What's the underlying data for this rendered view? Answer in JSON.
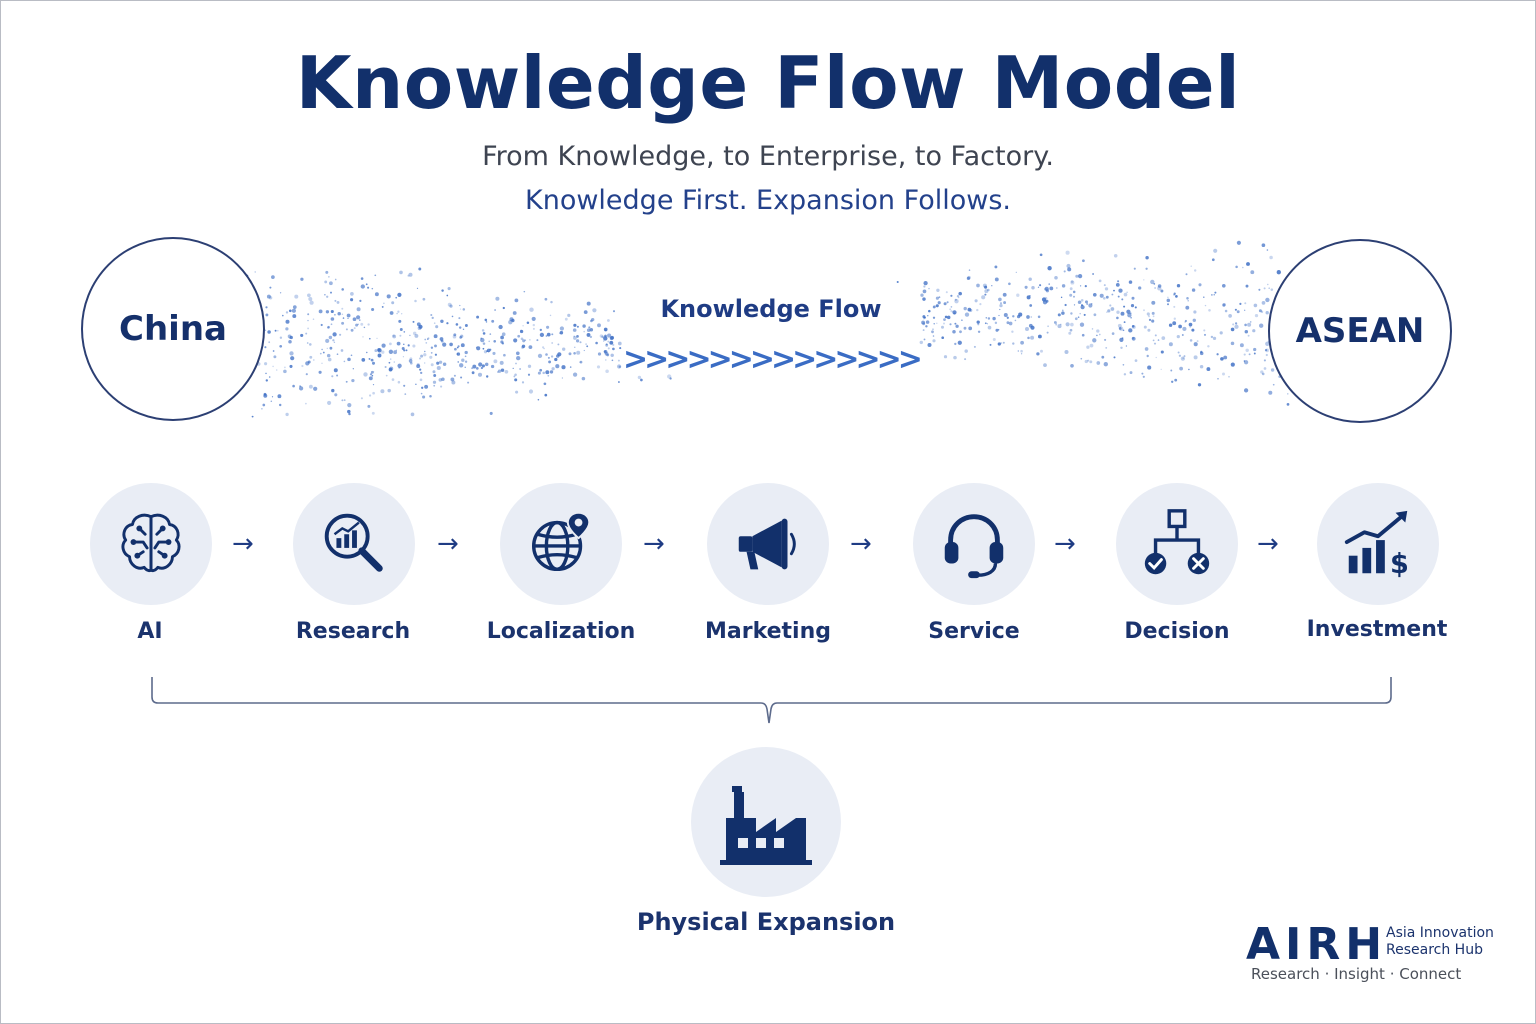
{
  "header": {
    "title": "Knowledge Flow Model",
    "subtitle": "From Knowledge, to Enterprise, to Factory.",
    "tagline": "Knowledge First. Expansion Follows."
  },
  "flow": {
    "source": "China",
    "target": "ASEAN",
    "label": "Knowledge Flow",
    "chevron_glyph": ">>>>>>>>>>>>>>"
  },
  "stages": [
    {
      "label": "AI",
      "icon": "brain-icon"
    },
    {
      "label": "Research",
      "icon": "magnifier-chart-icon"
    },
    {
      "label": "Localization",
      "icon": "globe-pin-icon"
    },
    {
      "label": "Marketing",
      "icon": "megaphone-icon"
    },
    {
      "label": "Service",
      "icon": "headset-icon"
    },
    {
      "label": "Decision",
      "icon": "decision-tree-icon"
    },
    {
      "label": "Investment",
      "icon": "growth-chart-dollar-icon"
    }
  ],
  "stage_arrow_glyph": "→",
  "outcome": {
    "label": "Physical Expansion",
    "icon": "factory-icon"
  },
  "logo": {
    "mark": "AIRH",
    "name_line1": "Asia Innovation",
    "name_line2": "Research Hub",
    "slogan": "Research · Insight · Connect"
  },
  "colors": {
    "primary": "#12306b",
    "accent": "#3a6cc4",
    "icon_bg": "#e9edf5"
  }
}
